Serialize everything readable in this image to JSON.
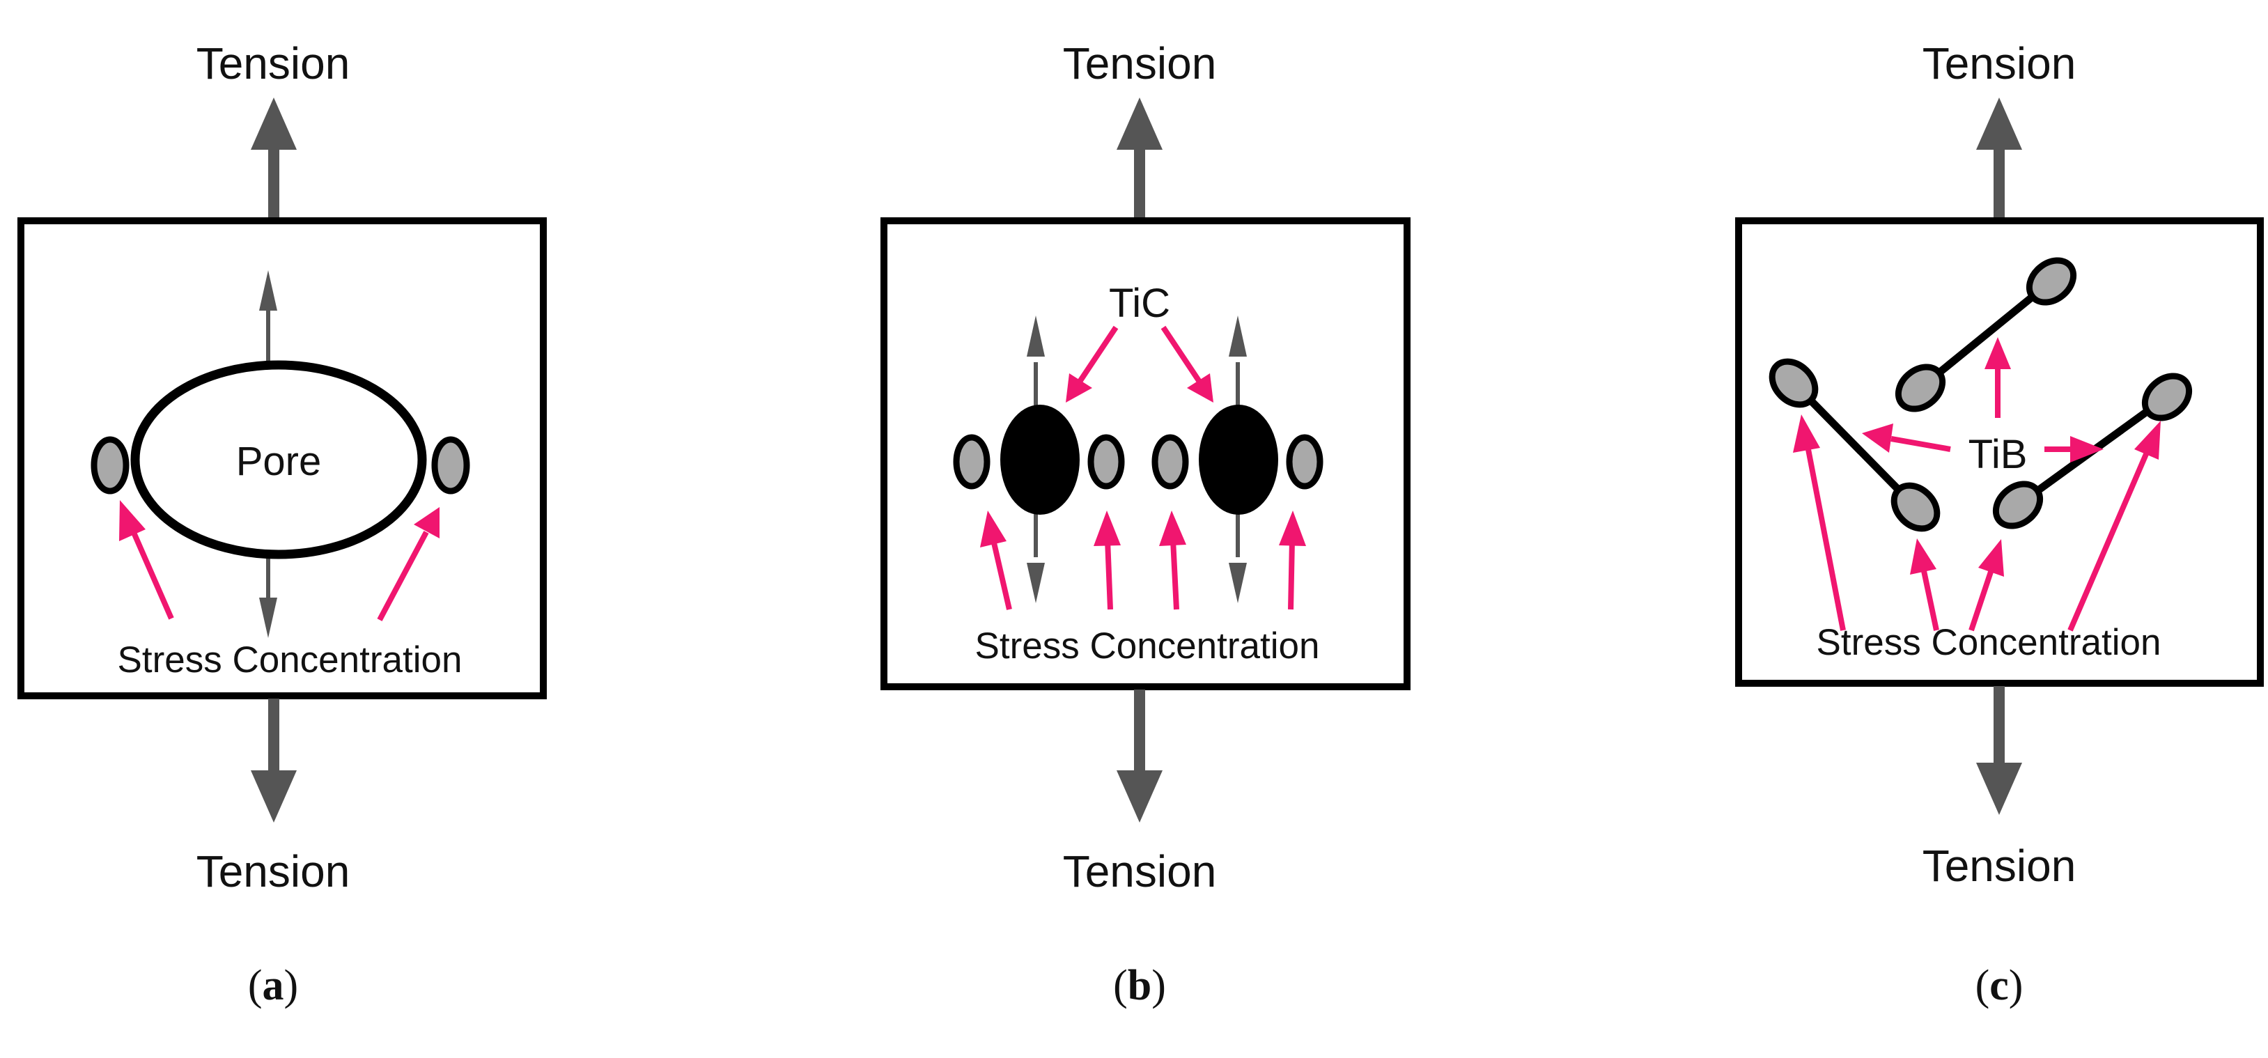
{
  "panels": [
    {
      "id": "a",
      "tension_top": "Tension",
      "tension_bottom": "Tension",
      "inner_label": "Pore",
      "stress_label": "Stress Concentration",
      "caption_open": "(",
      "caption_letter": "a",
      "caption_close": ")"
    },
    {
      "id": "b",
      "tension_top": "Tension",
      "tension_bottom": "Tension",
      "inner_label": "TiC",
      "stress_label": "Stress Concentration",
      "caption_open": "(",
      "caption_letter": "b",
      "caption_close": ")"
    },
    {
      "id": "c",
      "tension_top": "Tension",
      "tension_bottom": "Tension",
      "inner_label": "TiB",
      "stress_label": "Stress Concentration",
      "caption_open": "(",
      "caption_letter": "c",
      "caption_close": ")"
    }
  ],
  "colors": {
    "arrow_gray": "#555555",
    "stress_arrow_pink": "#f0166f",
    "particle_fill": "#a9a9a9",
    "outline": "#000000"
  }
}
